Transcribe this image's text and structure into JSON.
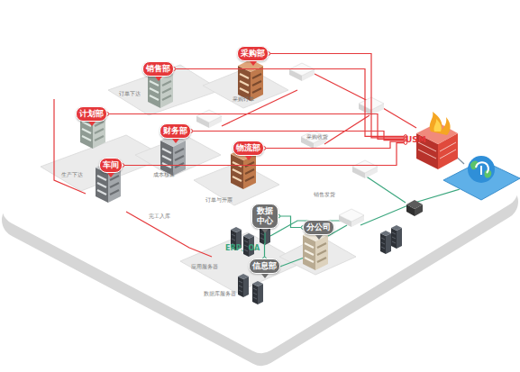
{
  "diagram": {
    "nodes": [
      {
        "text": [
          "销售部"
        ]
      },
      {
        "text": [
          "采购部"
        ]
      },
      {
        "text": [
          "计划部"
        ]
      },
      {
        "text": [
          "财务部"
        ]
      },
      {
        "text": [
          "物流部"
        ]
      },
      {
        "text": [
          "车间"
        ]
      },
      {
        "text": [
          "数据中心"
        ]
      },
      {
        "text": [
          "信息部"
        ]
      },
      {
        "text": [
          "分公司"
        ]
      },
      {
        "text": [
          "USM"
        ]
      }
    ],
    "edges": [
      {
        "from": 0,
        "to": 9,
        "arrow": "none"
      },
      {
        "from": 1,
        "to": 9,
        "arrow": "none"
      },
      {
        "from": 2,
        "to": 9,
        "arrow": "none"
      },
      {
        "from": 3,
        "to": 9,
        "arrow": "none"
      },
      {
        "from": 4,
        "to": 9,
        "arrow": "none"
      },
      {
        "from": 5,
        "to": 9,
        "arrow": "none"
      },
      {
        "from": 6,
        "to": 8,
        "arrow": "none"
      },
      {
        "from": 7,
        "to": 6,
        "arrow": "none"
      }
    ],
    "labels": [
      "订单下达",
      "采购订单",
      "生产下达",
      "成本核算",
      "订单与开票",
      "采购收货",
      "完工入库",
      "销售发货",
      "ERP、OA",
      "应用服务器",
      "数据库服务器"
    ]
  }
}
